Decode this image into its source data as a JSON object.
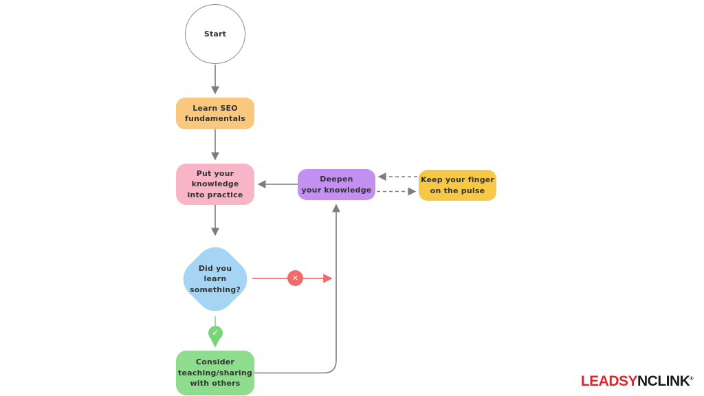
{
  "diagram": {
    "title_context": "SEO learning flowchart",
    "nodes": {
      "start": {
        "label": "Start",
        "shape": "circle",
        "fill": "#FFFFFF",
        "border": "#8A8A8A"
      },
      "learn": {
        "label": "Learn SEO\nfundamentals",
        "shape": "rounded-rect",
        "fill": "#F9C77D"
      },
      "practice": {
        "label": "Put your\nknowledge\ninto practice",
        "shape": "rounded-rect",
        "fill": "#F9B5C8"
      },
      "deepen": {
        "label": "Deepen\nyour knowledge",
        "shape": "rounded-rect",
        "fill": "#C38FF1"
      },
      "pulse": {
        "label": "Keep your finger\non the pulse",
        "shape": "rounded-rect",
        "fill": "#F6C845"
      },
      "decision": {
        "label": "Did you\nlearn\nsomething?",
        "shape": "rounded-diamond",
        "fill": "#A6D5F3"
      },
      "share": {
        "label": "Consider\nteaching/sharing\nwith others",
        "shape": "rounded-rect",
        "fill": "#8EDD8E"
      }
    },
    "markers": {
      "no": {
        "glyph": "✕",
        "fill": "#F26B6B",
        "meaning": "no / negative branch"
      },
      "yes": {
        "glyph": "✓",
        "fill": "#77D677",
        "meaning": "yes / positive branch"
      }
    },
    "edges": [
      {
        "from": "start",
        "to": "learn",
        "style": "solid",
        "color": "#7D7D7D"
      },
      {
        "from": "learn",
        "to": "practice",
        "style": "solid",
        "color": "#7D7D7D"
      },
      {
        "from": "practice",
        "to": "decision",
        "style": "solid",
        "color": "#7D7D7D"
      },
      {
        "from": "deepen",
        "to": "practice",
        "style": "solid",
        "color": "#7D7D7D"
      },
      {
        "from": "pulse",
        "to": "deepen",
        "style": "dashed",
        "color": "#7D7D7D"
      },
      {
        "from": "deepen",
        "to": "pulse",
        "style": "dashed",
        "color": "#7D7D7D"
      },
      {
        "from": "decision",
        "to": "deepen",
        "style": "solid",
        "color": "#F26B6B",
        "marker": "no"
      },
      {
        "from": "decision",
        "to": "share",
        "style": "solid",
        "color": "#77D677",
        "marker": "yes"
      },
      {
        "from": "share",
        "to": "deepen",
        "style": "solid",
        "color": "#7D7D7D"
      }
    ],
    "line_color": "#7D7D7D",
    "text_color": "#333333"
  },
  "logo": {
    "part1": "LEADSY",
    "part2": "NCLINK",
    "reg": "®",
    "color_part1": "#E2252B",
    "color_part2": "#1A1A1A"
  }
}
